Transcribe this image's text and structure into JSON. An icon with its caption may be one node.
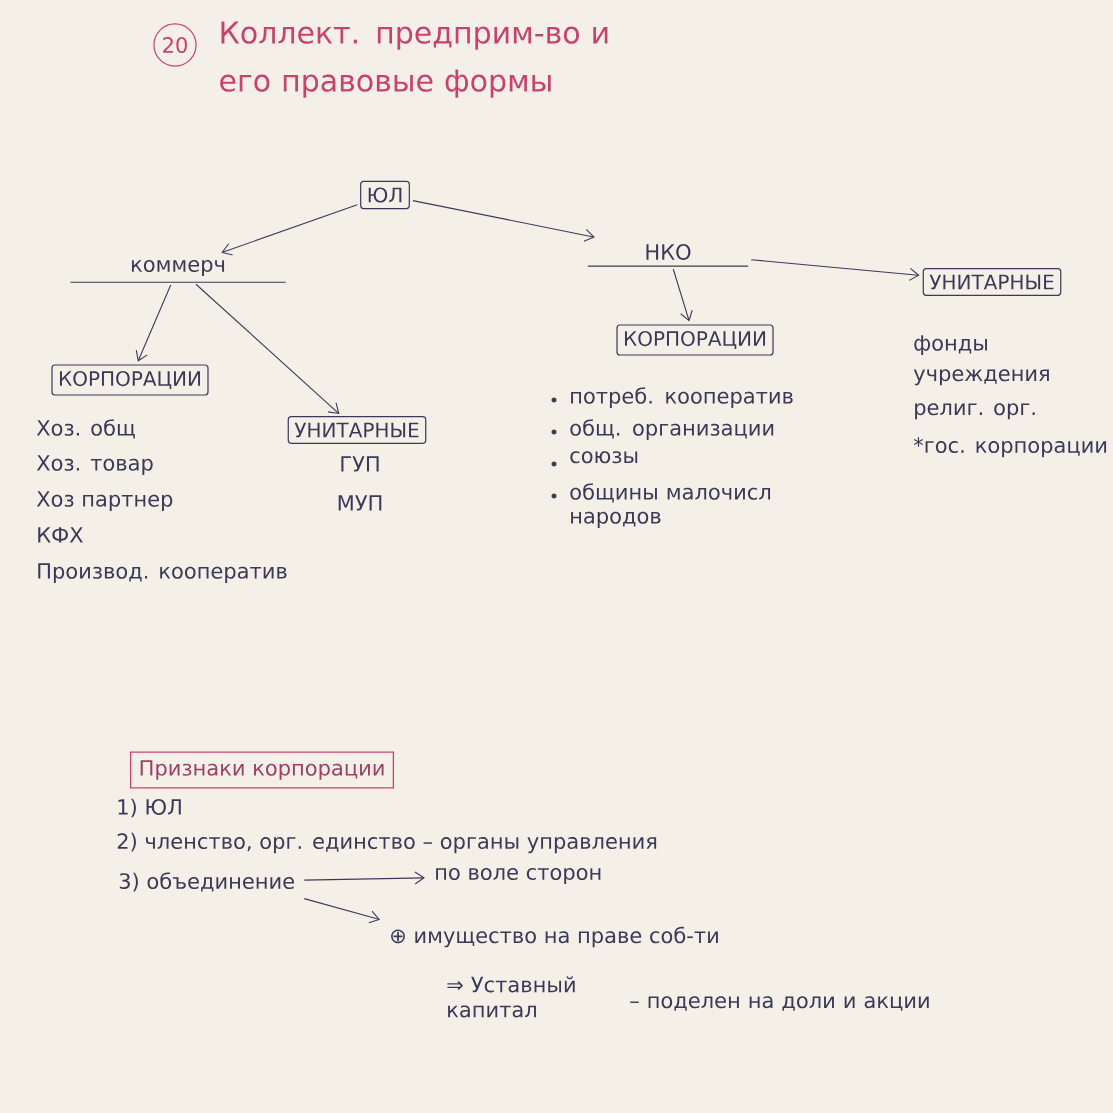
{
  "diagram": {
    "title": "Коллект. предприм-во и его правовые формы",
    "nodes": [
      {
        "text": [
          "ЮЛ"
        ]
      },
      {
        "text": [
          "коммерч"
        ]
      },
      {
        "text": [
          "НКО"
        ]
      },
      {
        "text": [
          "КОРПОРАЦИИ"
        ],
        "beside": [
          "Хоз. общ",
          "Хоз. товар",
          "Хоз партнер",
          "КФХ",
          "Производ. кооператив"
        ]
      },
      {
        "text": [
          "УНИТАРНЫЕ"
        ],
        "beside": [
          "ГУП",
          "МУП"
        ]
      },
      {
        "text": [
          "КОРПОРАЦИИ"
        ],
        "beside": [
          "потреб. кооператив",
          "общ. организации",
          "союзы",
          "общины малочисл народов"
        ]
      },
      {
        "text": [
          "УНИТАРНЫЕ"
        ],
        "beside": [
          "фонды",
          "учреждения",
          "религ. орг.",
          "*гос. корпорации"
        ]
      },
      {
        "text": [
          "Признаки корпорации"
        ]
      },
      {
        "text": [
          "3) объединение"
        ]
      },
      {
        "text": [
          "по воле сторон"
        ]
      },
      {
        "text": [
          "⊕ имущество на праве соб-ти"
        ]
      }
    ],
    "edges": [
      {
        "from": 0,
        "to": 1,
        "arrow": "to"
      },
      {
        "from": 0,
        "to": 2,
        "arrow": "to"
      },
      {
        "from": 1,
        "to": 3,
        "arrow": "to"
      },
      {
        "from": 1,
        "to": 4,
        "arrow": "to"
      },
      {
        "from": 2,
        "to": 5,
        "arrow": "to"
      },
      {
        "from": 2,
        "to": 6,
        "arrow": "to"
      },
      {
        "from": 8,
        "to": 9,
        "arrow": "to"
      },
      {
        "from": 8,
        "to": 10,
        "arrow": "to"
      }
    ],
    "labels": [
      "20",
      "1) ЮЛ",
      "2) членство, орг. единство – органы управления",
      "⇒ Уставный капитал",
      "– поделен на доли и акции"
    ]
  }
}
